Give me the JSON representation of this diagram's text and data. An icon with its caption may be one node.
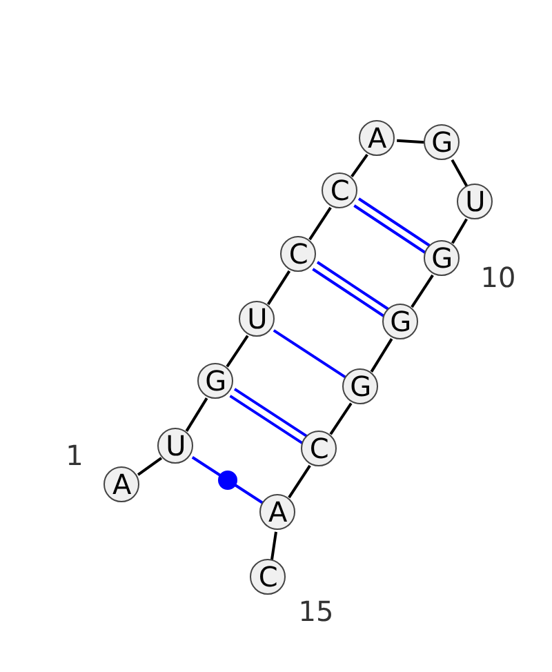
{
  "diagram": {
    "nodes": [
      {
        "text": [
          "A"
        ],
        "beside": [
          "1"
        ]
      },
      {
        "text": [
          "U"
        ]
      },
      {
        "text": [
          "G"
        ]
      },
      {
        "text": [
          "U"
        ]
      },
      {
        "text": [
          "C"
        ]
      },
      {
        "text": [
          "C"
        ]
      },
      {
        "text": [
          "A"
        ]
      },
      {
        "text": [
          "G"
        ]
      },
      {
        "text": [
          "U"
        ]
      },
      {
        "text": [
          "G"
        ],
        "beside": [
          "10"
        ]
      },
      {
        "text": [
          "G"
        ]
      },
      {
        "text": [
          "G"
        ]
      },
      {
        "text": [
          "C"
        ]
      },
      {
        "text": [
          "A"
        ]
      },
      {
        "text": [
          "C"
        ],
        "beside": [
          "15"
        ]
      }
    ],
    "edges": [
      {
        "from": 0,
        "to": 1,
        "arrow": "none"
      },
      {
        "from": 1,
        "to": 2,
        "arrow": "none"
      },
      {
        "from": 2,
        "to": 3,
        "arrow": "none"
      },
      {
        "from": 3,
        "to": 4,
        "arrow": "none"
      },
      {
        "from": 4,
        "to": 5,
        "arrow": "none"
      },
      {
        "from": 5,
        "to": 6,
        "arrow": "none"
      },
      {
        "from": 6,
        "to": 7,
        "arrow": "none"
      },
      {
        "from": 7,
        "to": 8,
        "arrow": "none"
      },
      {
        "from": 8,
        "to": 9,
        "arrow": "none"
      },
      {
        "from": 9,
        "to": 10,
        "arrow": "none"
      },
      {
        "from": 10,
        "to": 11,
        "arrow": "none"
      },
      {
        "from": 11,
        "to": 12,
        "arrow": "none"
      },
      {
        "from": 12,
        "to": 13,
        "arrow": "none"
      },
      {
        "from": 13,
        "to": 14,
        "arrow": "none"
      },
      {
        "from": 1,
        "to": 13,
        "arrow": "none",
        "color": "#0000ff"
      },
      {
        "from": 2,
        "to": 12,
        "arrow": "none",
        "color": "#0000ff"
      },
      {
        "from": 3,
        "to": 11,
        "arrow": "none",
        "color": "#0000ff"
      },
      {
        "from": 4,
        "to": 10,
        "arrow": "none",
        "color": "#0000ff"
      },
      {
        "from": 5,
        "to": 9,
        "arrow": "none",
        "color": "#0000ff"
      }
    ]
  }
}
